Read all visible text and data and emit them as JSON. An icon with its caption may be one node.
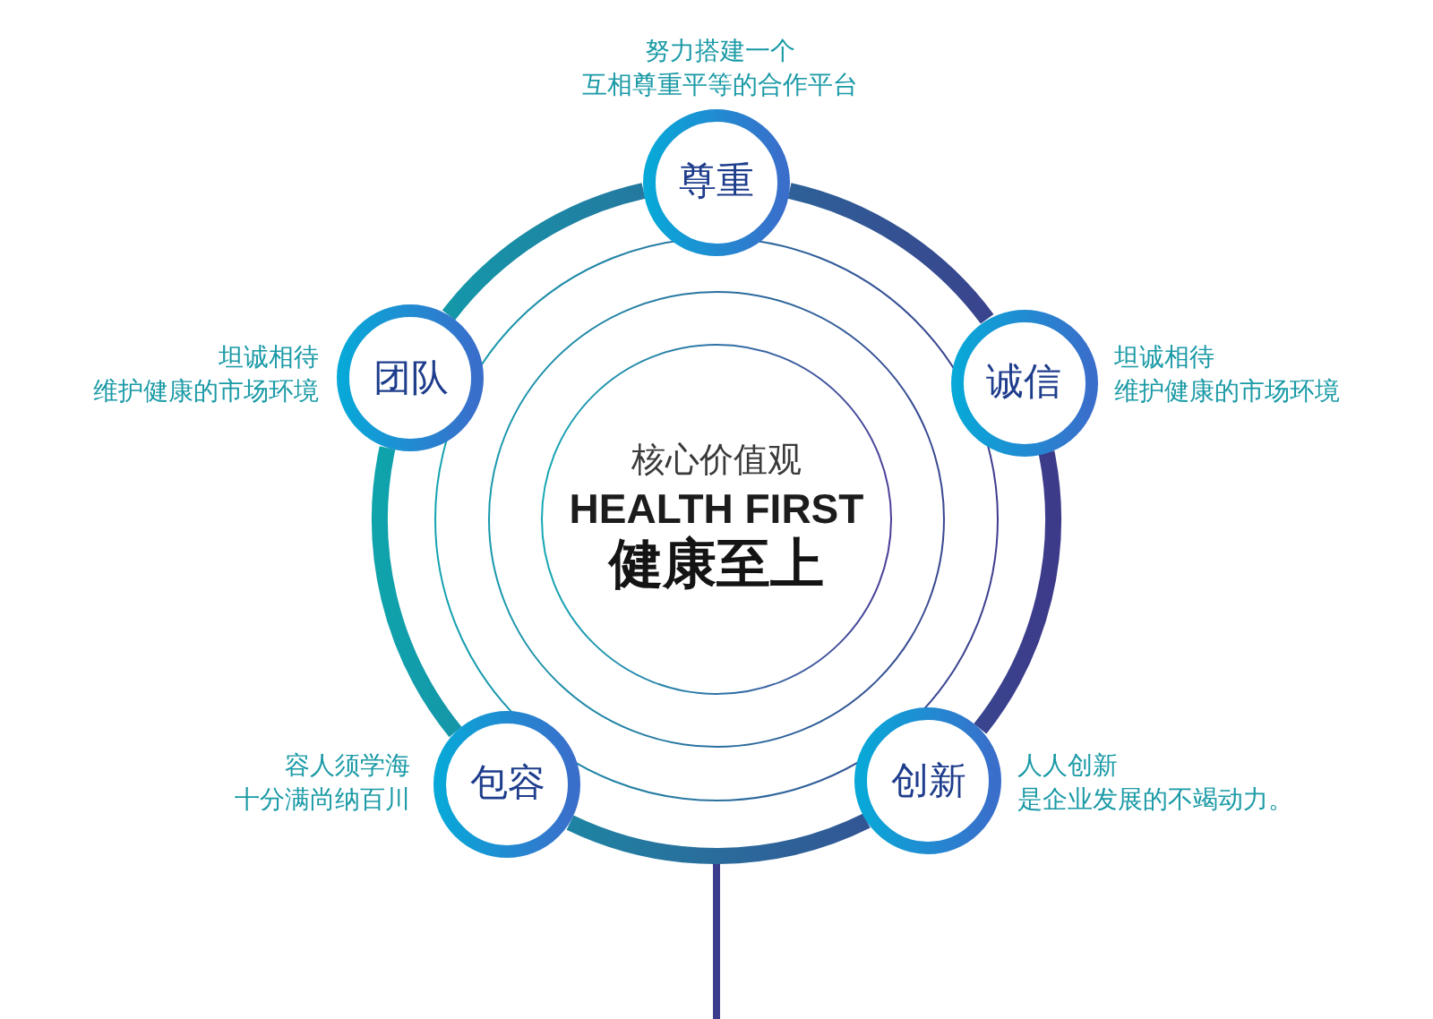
{
  "diagram": {
    "nodes": [
      {
        "text": [
          "尊重"
        ],
        "beside": [
          "努力搭建一个",
          "互相尊重平等的合作平台"
        ]
      },
      {
        "text": [
          "团队"
        ],
        "beside": [
          "坦诚相待",
          "维护健康的市场环境"
        ]
      },
      {
        "text": [
          "诚信"
        ],
        "beside": [
          "坦诚相待",
          "维护健康的市场环境"
        ]
      },
      {
        "text": [
          "核心价值观",
          "HEALTH FIRST",
          "健康至上"
        ]
      },
      {
        "text": [
          "包容"
        ],
        "beside": [
          "容人须学海",
          "十分满尚纳百川"
        ]
      },
      {
        "text": [
          "创新"
        ],
        "beside": [
          "人人创新",
          "是企业发展的不竭动力。"
        ]
      }
    ],
    "edges": [
      {
        "from": 0,
        "to": 2,
        "arrow": "none"
      },
      {
        "from": 2,
        "to": 5,
        "arrow": "none"
      },
      {
        "from": 5,
        "to": 4,
        "arrow": "none"
      },
      {
        "from": 4,
        "to": 1,
        "arrow": "none"
      },
      {
        "from": 1,
        "to": 0,
        "arrow": "none"
      }
    ]
  }
}
